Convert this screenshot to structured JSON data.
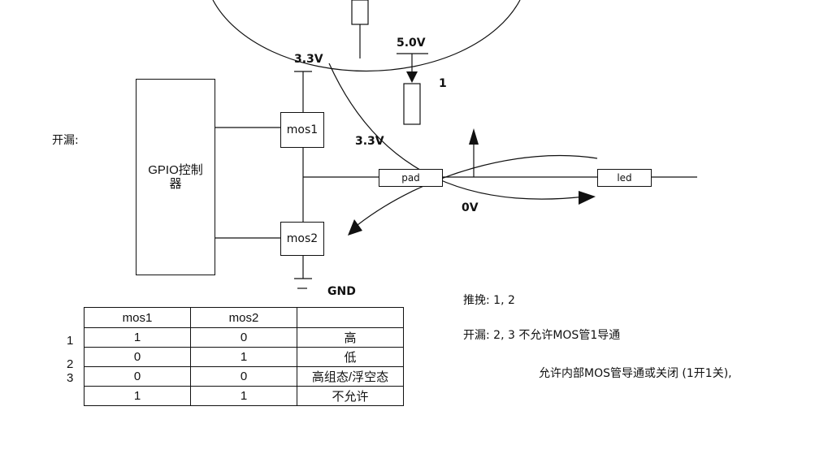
{
  "labels": {
    "v33_top": "3.3V",
    "v50": "5.0V",
    "one_right": "1",
    "open_drain_left": "开漏:",
    "gpio": "GPIO控制\n器",
    "mos1": "mos1",
    "mos2": "mos2",
    "v33_mid": "3.3V",
    "pad": "pad",
    "led": "led",
    "v0": "0V",
    "gnd": "GND"
  },
  "truth_table": {
    "headers": [
      "mos1",
      "mos2",
      ""
    ],
    "rows": [
      [
        "1",
        "0",
        "高"
      ],
      [
        "0",
        "1",
        "低"
      ],
      [
        "0",
        "0",
        "高组态/浮空态"
      ],
      [
        "1",
        "1",
        "不允许"
      ]
    ],
    "row_index": [
      "1",
      "2",
      "3"
    ]
  },
  "notes": {
    "push_pull": "推挽: 1, 2",
    "open_drain": "开漏: 2, 3 不允许MOS管1导通",
    "allow": "允许内部MOS管导通或关闭 (1开1关),"
  }
}
